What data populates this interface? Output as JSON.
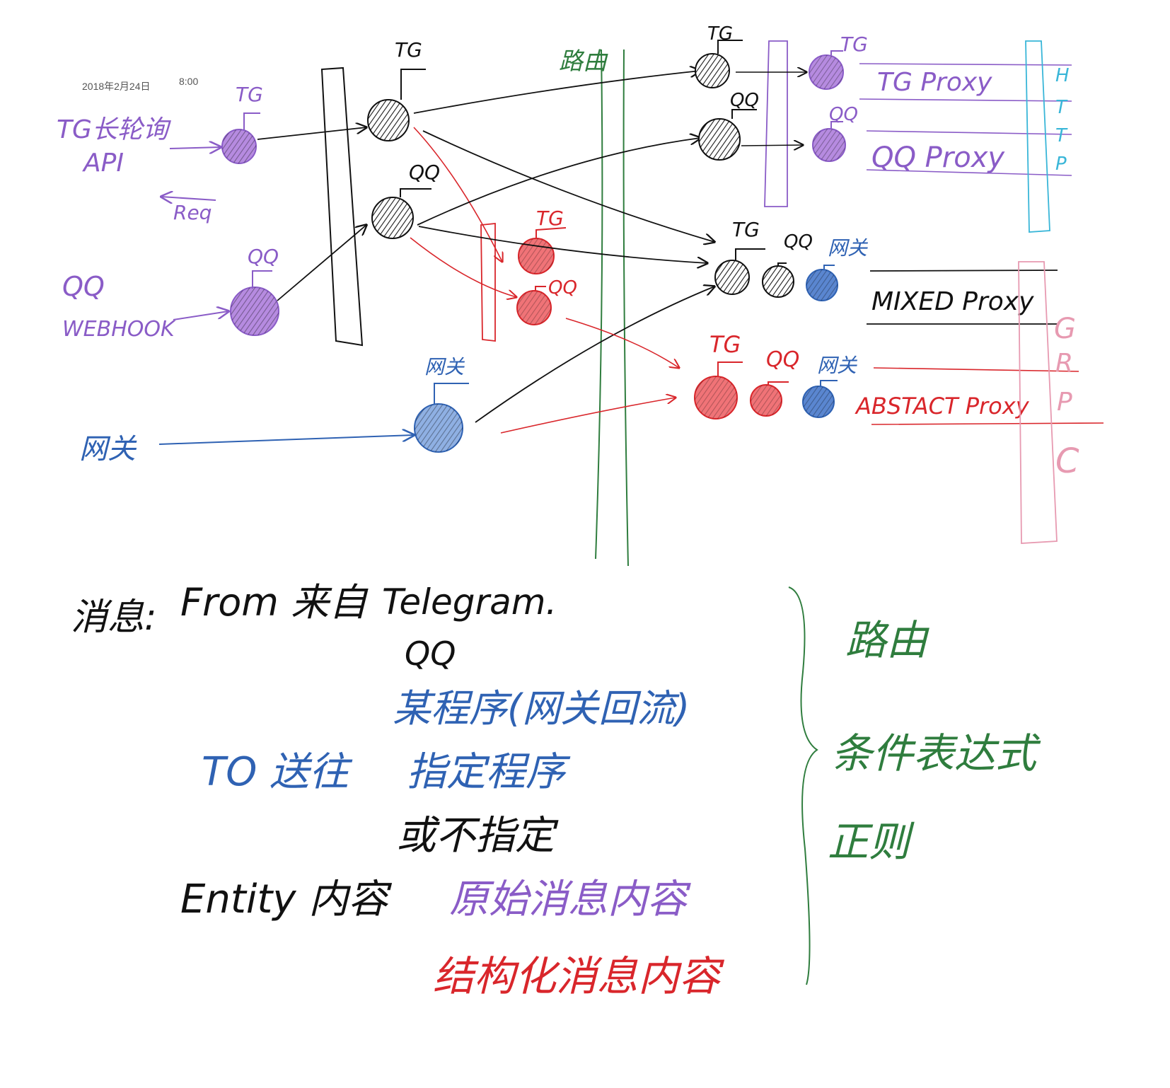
{
  "header": {
    "date": "2018年2月24日",
    "time": "8:00"
  },
  "colors": {
    "purple": "#8a5cc7",
    "black": "#111111",
    "red": "#d9262b",
    "blue": "#2f62b3",
    "green": "#2f7d3e",
    "cyan": "#39b6d8",
    "pink": "#e79ab1"
  },
  "sources": {
    "tg_label": "TG长轮询",
    "api_label": "API",
    "req_label": "Req",
    "qq_label": "QQ",
    "webhook_label": "WEBHOOK",
    "gateway_label": "网关"
  },
  "nodes": {
    "tg": "TG",
    "qq": "QQ",
    "gateway": "网关"
  },
  "routing_label": "路由",
  "proxies": {
    "tg_proxy": "TG Proxy",
    "qq_proxy": "QQ Proxy",
    "mixed_proxy": "MIXED Proxy",
    "abstract_proxy": "ABSTACT Proxy"
  },
  "protocols": {
    "http": [
      "H",
      "T",
      "T",
      "P"
    ],
    "grpc": [
      "G",
      "R",
      "P",
      "C"
    ]
  },
  "notes": {
    "message_label": "消息:",
    "from_label": "From 来自",
    "from_telegram": "Telegram.",
    "from_qq": "QQ",
    "from_program": "某程序(网关回流)",
    "to_label": "TO 送往",
    "to_program": "指定程序",
    "to_none": "或不指定",
    "entity_label": "Entity 内容",
    "entity_raw": "原始消息内容",
    "entity_struct": "结构化消息内容"
  },
  "rules": {
    "routing": "路由",
    "condition": "条件表达式",
    "regex": "正则"
  }
}
